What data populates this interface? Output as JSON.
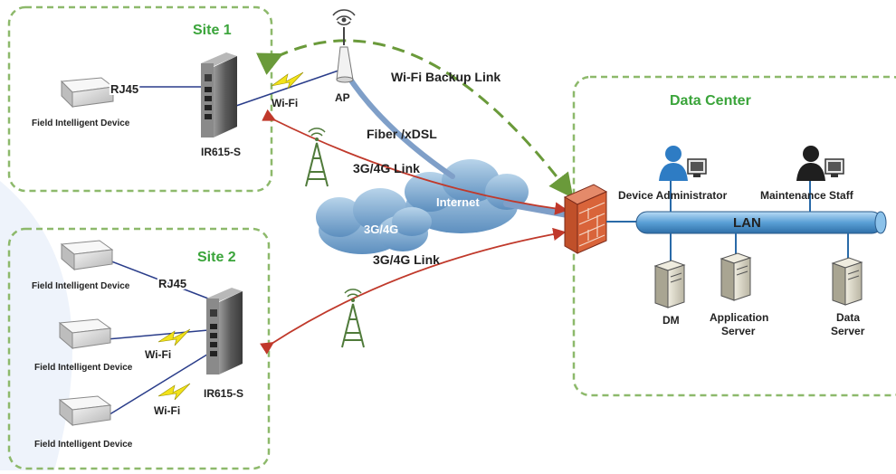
{
  "site1": {
    "title": "Site 1",
    "device_label": "Field Intelligent Device",
    "rj45": "RJ45",
    "wifi": "Wi-Fi",
    "router": "IR615-S",
    "ap": "AP"
  },
  "site2": {
    "title": "Site 2",
    "devices": [
      "Field Intelligent Device",
      "Field Intelligent Device",
      "Field Intelligent Device"
    ],
    "rj45": "RJ45",
    "wifi1": "Wi-Fi",
    "wifi2": "Wi-Fi",
    "router": "IR615-S"
  },
  "links": {
    "wifi_backup": "Wi-Fi Backup Link",
    "fiber": "Fiber /xDSL",
    "cellular_top": "3G/4G Link",
    "cellular_bottom": "3G/4G Link",
    "cloud_cell": "3G/4G",
    "cloud_internet": "Internet"
  },
  "datacenter": {
    "title": "Data Center",
    "lan": "LAN",
    "admin": "Device Administrator",
    "staff": "Maintenance Staff",
    "servers": {
      "dm": "DM",
      "app_line1": "Application",
      "app_line2": "Server",
      "data_line1": "Data",
      "data_line2": "Server"
    }
  },
  "colors": {
    "site_border": "#8db96b",
    "link_red": "#c0392b",
    "backup_green": "#6a9a3a",
    "fiber_blue": "#7f9fc8",
    "lan_blue": "#6aa6d8"
  }
}
